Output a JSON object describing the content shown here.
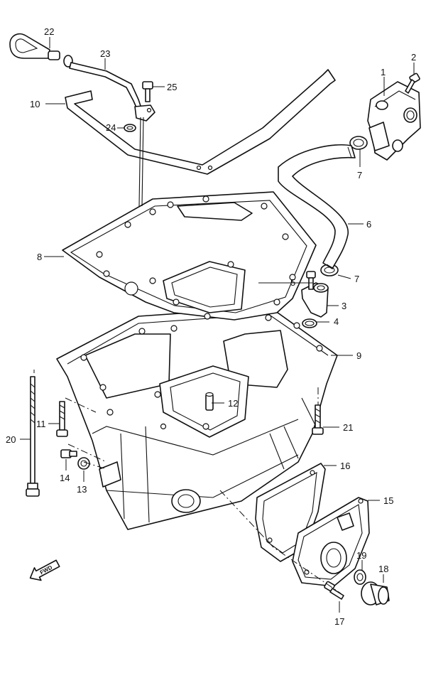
{
  "callouts": [
    {
      "id": "p22",
      "label": "22"
    },
    {
      "id": "p23",
      "label": "23"
    },
    {
      "id": "p25",
      "label": "25"
    },
    {
      "id": "p10",
      "label": "10"
    },
    {
      "id": "p24",
      "label": "24"
    },
    {
      "id": "p2",
      "label": "2"
    },
    {
      "id": "p1",
      "label": "1"
    },
    {
      "id": "p7a",
      "label": "7"
    },
    {
      "id": "p6",
      "label": "6"
    },
    {
      "id": "p8",
      "label": "8"
    },
    {
      "id": "p7b",
      "label": "7"
    },
    {
      "id": "p5",
      "label": "5"
    },
    {
      "id": "p3",
      "label": "3"
    },
    {
      "id": "p4",
      "label": "4"
    },
    {
      "id": "p9",
      "label": "9"
    },
    {
      "id": "p12",
      "label": "12"
    },
    {
      "id": "p11",
      "label": "11"
    },
    {
      "id": "p20",
      "label": "20"
    },
    {
      "id": "p21",
      "label": "21"
    },
    {
      "id": "p14",
      "label": "14"
    },
    {
      "id": "p13",
      "label": "13"
    },
    {
      "id": "p16",
      "label": "16"
    },
    {
      "id": "p15",
      "label": "15"
    },
    {
      "id": "p19",
      "label": "19"
    },
    {
      "id": "p18",
      "label": "18"
    },
    {
      "id": "p17",
      "label": "17"
    }
  ],
  "fwd_arrow": {
    "label": "FWD",
    "icon": "fwd-arrow-icon"
  }
}
